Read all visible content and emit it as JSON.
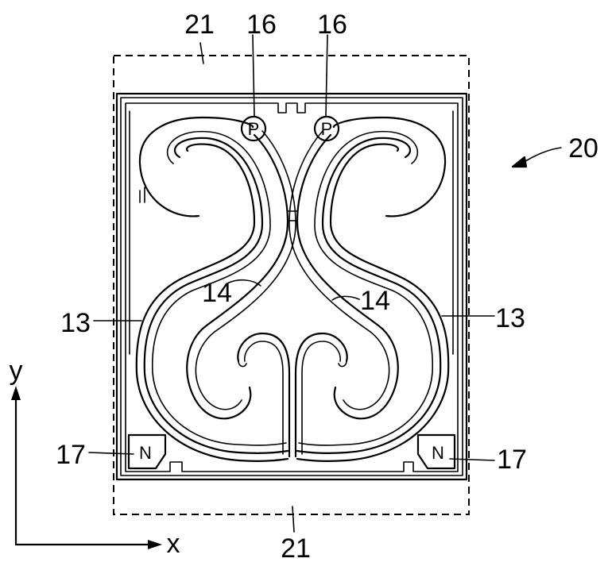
{
  "labels": {
    "ref_21_top": "21",
    "ref_21_bottom": "21",
    "ref_16_left": "16",
    "ref_16_right": "16",
    "ref_20": "20",
    "ref_14_left": "14",
    "ref_14_right": "14",
    "ref_13_left": "13",
    "ref_13_right": "13",
    "ref_17_left": "17",
    "ref_17_right": "17",
    "pad_p_left": "P",
    "pad_p_right": "P",
    "pad_n_left": "N",
    "pad_n_right": "N",
    "axis_y": "y",
    "axis_x": "x"
  },
  "colors": {
    "ink": "#000000",
    "background": "#ffffff"
  }
}
